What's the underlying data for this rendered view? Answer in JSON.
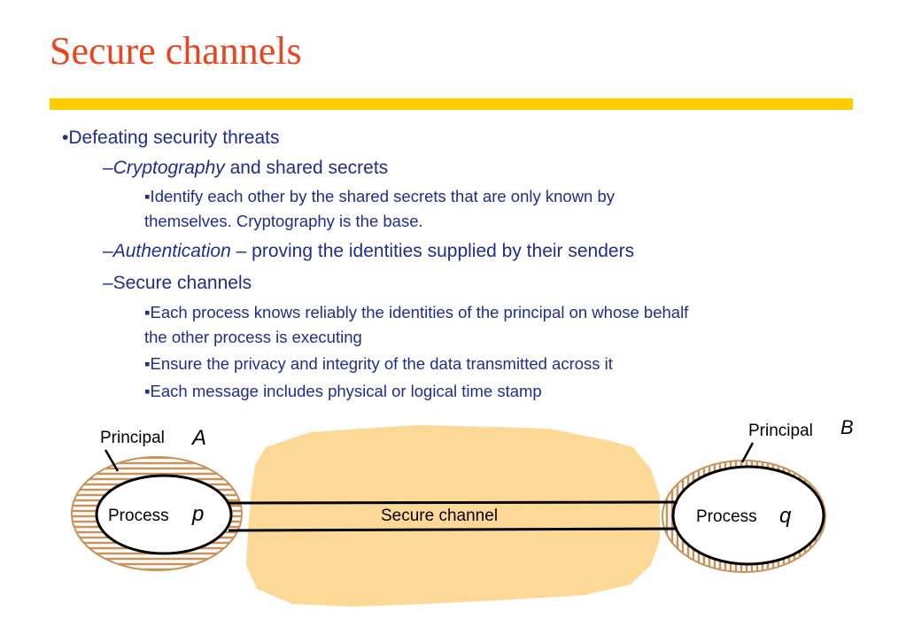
{
  "slide": {
    "title": "Secure channels"
  },
  "bullets": {
    "b1": "•Defeating security threats",
    "b1_1_prefix": "–",
    "b1_1_em": "Cryptography",
    "b1_1_rest": " and shared secrets",
    "b1_1_1_line1": "▪Identify each other by the shared secrets that are only known by",
    "b1_1_1_line2": "themselves. Cryptography is the base.",
    "b1_2_prefix": "–",
    "b1_2_em": "Authentication",
    "b1_2_rest": " – proving the identities supplied by their senders",
    "b1_3": "–Secure channels",
    "b1_3_1_line1": "▪Each process knows reliably the identities of the principal on whose behalf",
    "b1_3_1_line2": "the other process is executing",
    "b1_3_2": "▪Ensure the privacy and integrity of the data transmitted across it",
    "b1_3_3": "▪Each message includes physical or logical time stamp"
  },
  "diagram": {
    "principal_a_label": "Principal",
    "principal_a_var": "A",
    "principal_b_label": "Principal",
    "principal_b_var": "B",
    "process_p_label": "Process",
    "process_p_var": "p",
    "process_q_label": "Process",
    "process_q_var": "q",
    "channel_label": "Secure channel",
    "colors": {
      "cloud": "#fdd997",
      "hatch": "#c8935a",
      "channel_line": "#000000"
    }
  }
}
